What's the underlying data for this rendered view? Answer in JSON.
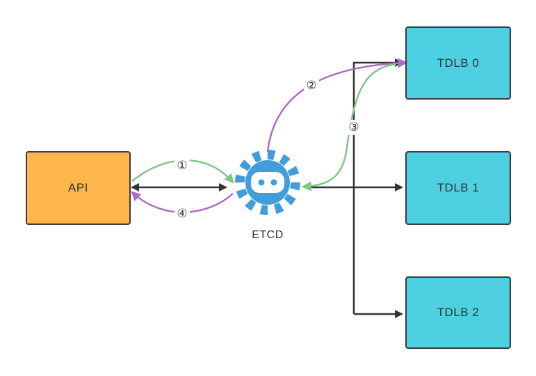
{
  "colors": {
    "api_fill": "#ffb74d",
    "tdlb_fill": "#4dd0e1",
    "etcd_fill": "#419eda",
    "line_dark": "#333333",
    "flow_green": "#81c784",
    "flow_purple": "#b06ac8"
  },
  "nodes": {
    "api": {
      "label": "API"
    },
    "etcd": {
      "label": "ETCD",
      "icon": "etcd-icon"
    },
    "tdlb0": {
      "label": "TDLB 0"
    },
    "tdlb1": {
      "label": "TDLB 1"
    },
    "tdlb2": {
      "label": "TDLB 2"
    }
  },
  "steps": [
    "①",
    "②",
    "③",
    "④"
  ]
}
